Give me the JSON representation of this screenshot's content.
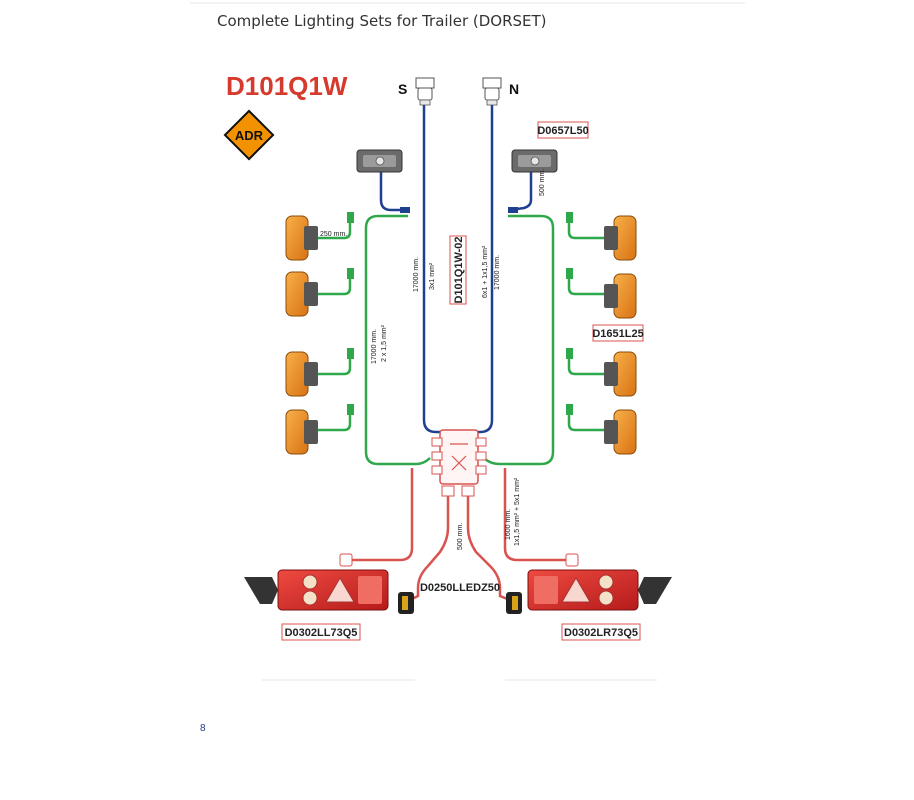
{
  "page_title": "Complete Lighting Sets for Trailer (DORSET)",
  "main_code": "D101Q1W",
  "adr_label": "ADR",
  "connectors": {
    "left": "S",
    "right": "N"
  },
  "part_codes": {
    "top_marker": "D0657L50",
    "harness": "D101Q1W-02",
    "side_markers": "D1651L25",
    "number_plate": "D0250LLEDZ50",
    "rear_left": "D0302LL73Q5",
    "rear_right": "D0302LR73Q5"
  },
  "wire_labels": {
    "side_stub": "250 mm.",
    "top_marker_stub": "500 mm.",
    "green_length": "17000 mm.",
    "green_spec": "2 x 1,5 mm²",
    "blue_left_length": "17000 mm.",
    "blue_left_spec": "3x1 mm²",
    "blue_right_spec": "6x1 + 1x1,5 mm²",
    "blue_right_length": "17000 mm.",
    "plate_length": "500 mm.",
    "rear_length": "1600 mm.",
    "rear_spec": "1x1,5 mm² + 5x1 mm²"
  },
  "footer_mark": "8",
  "colors": {
    "main_code": "#d63a2d",
    "blue_wire": "#1f3f8f",
    "green_wire": "#2ea84a",
    "red_wire": "#d9534f",
    "amber_lamp": "#f0922b",
    "adr_orange": "#f39200",
    "rear_lamp": "#d42a2a",
    "code_border": "#d9534f"
  }
}
